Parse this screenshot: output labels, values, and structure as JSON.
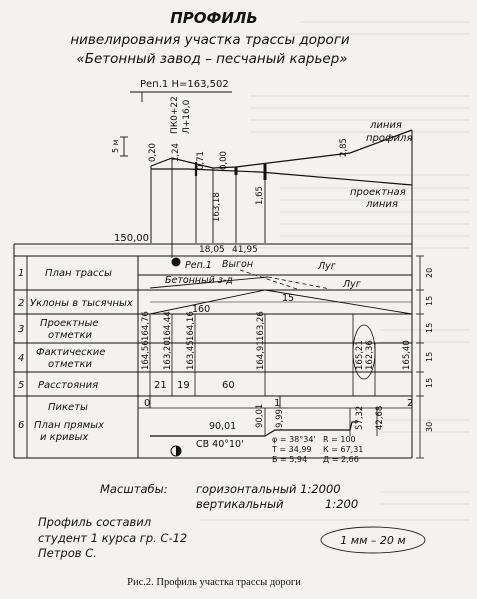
{
  "title": {
    "line1": "ПРОФИЛЬ",
    "line2": "нивелирования участка трассы дороги",
    "line3": "«Бетонный завод – песчаный карьер»"
  },
  "benchmark": "Реп.1 Н=163,502",
  "pk_label": "ПК0+22",
  "pk_label2": "Л+16,0",
  "scale_5m": "5 м",
  "top_marks": [
    "0,20",
    "1,24",
    "0,71",
    "0,00",
    "2,85"
  ],
  "profile_line_label": [
    "линия",
    "профиля"
  ],
  "design_line_label": [
    "проектная",
    "линия"
  ],
  "inner_values": [
    "163,18",
    "1,65",
    "18,05",
    "41,95"
  ],
  "ref_level": "150,00",
  "rows": [
    {
      "num": "1",
      "label": [
        "План трассы"
      ]
    },
    {
      "num": "2",
      "label": [
        "Уклоны в тысячных"
      ]
    },
    {
      "num": "3",
      "label": [
        "Проектные",
        "отметки"
      ]
    },
    {
      "num": "4",
      "label": [
        "Фактические",
        "отметки"
      ]
    },
    {
      "num": "5",
      "label": [
        "Расстояния"
      ]
    },
    {
      "num": "",
      "label": [
        "Пикеты"
      ]
    },
    {
      "num": "6",
      "label": [
        "План прямых",
        "и кривых"
      ]
    }
  ],
  "plan": {
    "rep": "Реп.1",
    "vygon": "Выгон",
    "lug1": "Луг",
    "lug2": "Луг",
    "plant": "Бетонный з-д"
  },
  "slopes": [
    "15",
    "160"
  ],
  "design_marks": [
    "164,76",
    "164,44",
    "164,16",
    "163,26",
    "162,36"
  ],
  "actual_marks": [
    "164,56",
    "163,20",
    "163,45",
    "164,91",
    "165,21",
    "165,40"
  ],
  "distances": [
    "21",
    "19",
    "60"
  ],
  "pickets": [
    "0",
    "1",
    "2"
  ],
  "curves": {
    "d1": "90,01",
    "d2": "90,01",
    "d3": "9,99",
    "d4": "57,32",
    "d5": "42,68",
    "bearing": "СВ 40°10'",
    "phi": "φ = 38°34'",
    "R": "R = 100",
    "T": "T = 34,99",
    "K": "К = 67,31",
    "B": "Б = 5,94",
    "D": "Д = 2,66"
  },
  "right_scale": [
    "20",
    "15",
    "15",
    "15",
    "15",
    "30"
  ],
  "scales": {
    "label": "Масштабы:",
    "horizontal": "горизонтальный 1:2000",
    "vertical": "вертикальный",
    "vertical_value": "1:200"
  },
  "composed": [
    "Профиль составил",
    "студент 1 курса гр. С-12",
    "Петров С."
  ],
  "handwritten": "1 мм – 20 м",
  "caption": "Рис.2. Профиль участка трассы дороги"
}
